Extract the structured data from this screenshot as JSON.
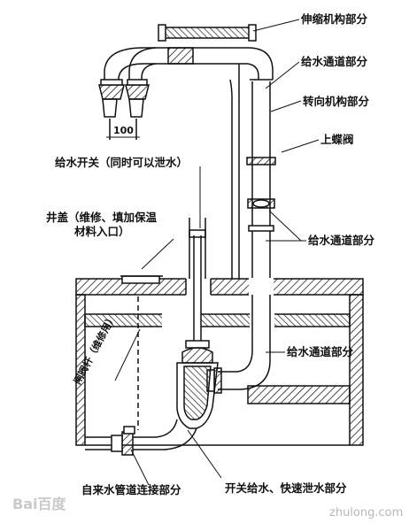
{
  "labels": {
    "telescopic": "伸缩机构部分",
    "water_channel_top": "给水通道部分",
    "turning": "转向机构部分",
    "upper_valve": "上蝶阀",
    "water_switch": "给水开关（同时可以泄水）",
    "well_cover_line1": "井盖（维修、填加保温",
    "well_cover_line2": "材料入口）",
    "water_channel_mid": "给水通道部分",
    "water_channel_low": "给水通道部分",
    "valve_rod": "闸阀杆（维修用）",
    "supply_pipe": "自来水管道连接部分",
    "switch_drain": "开关给水、快速泄水部分",
    "dimension_100": "100"
  },
  "watermarks": {
    "baidu": "Bai百度",
    "zhulong": "zhulong.com"
  },
  "colors": {
    "line": "#111111",
    "hatch": "#222222",
    "background": "#ffffff",
    "watermark": "#b8b8b8"
  }
}
